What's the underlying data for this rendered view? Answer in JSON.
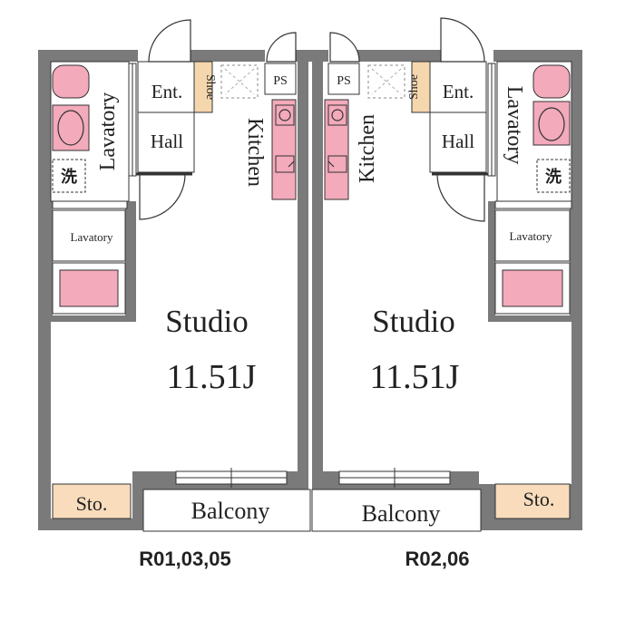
{
  "units": [
    {
      "id": "left",
      "rooms": {
        "entrance": "Ent.",
        "shoe": "Shoe",
        "hall": "Hall",
        "lavatory_vertical": "Lavatory",
        "lavatory_small": "Lavatory",
        "laundry": "洗",
        "kitchen": "Kitchen",
        "pipe_space": "PS",
        "main_room": "Studio",
        "main_room_size": "11.51J",
        "storage": "Sto.",
        "balcony": "Balcony"
      },
      "unit_numbers": "R01,03,05"
    },
    {
      "id": "right",
      "rooms": {
        "entrance": "Ent.",
        "shoe": "Shoe",
        "hall": "Hall",
        "lavatory_vertical": "Lavatory",
        "lavatory_small": "Lavatory",
        "laundry": "洗",
        "kitchen": "Kitchen",
        "pipe_space": "PS",
        "main_room": "Studio",
        "main_room_size": "11.51J",
        "storage": "Sto.",
        "balcony": "Balcony"
      },
      "unit_numbers": "R02,06"
    }
  ],
  "colors": {
    "wall": "#7a7a7a",
    "fixture_pink": "#f3aabb",
    "storage_tan": "#f8dcbc",
    "shoe_tan": "#f5d7ae",
    "line": "#333333"
  }
}
